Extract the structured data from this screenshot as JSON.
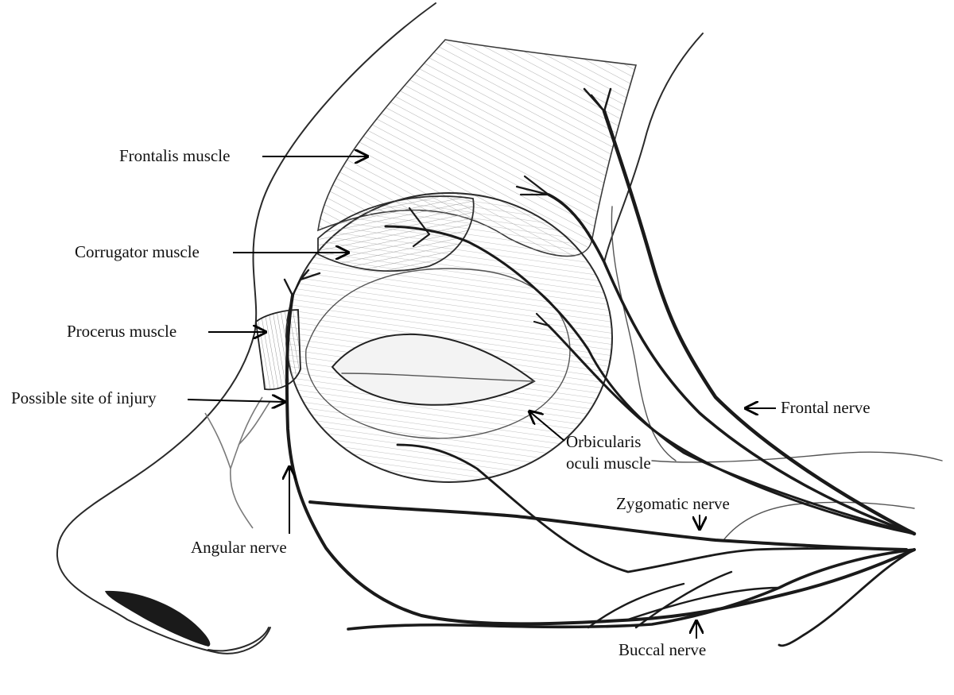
{
  "labels": {
    "frontalis": "Frontalis muscle",
    "corrugator": "Corrugator muscle",
    "procerus": "Procerus muscle",
    "injury": "Possible site of injury",
    "angular": "Angular nerve",
    "orbicularis_line1": "Orbicularis",
    "orbicularis_line2": "oculi muscle",
    "frontal": "Frontal nerve",
    "zygomatic": "Zygomatic nerve",
    "buccal": "Buccal nerve"
  },
  "colors": {
    "ink": "#1a1a1a",
    "muscle_fill": "#e6e6e6",
    "hatch": "#9a9a9a"
  }
}
